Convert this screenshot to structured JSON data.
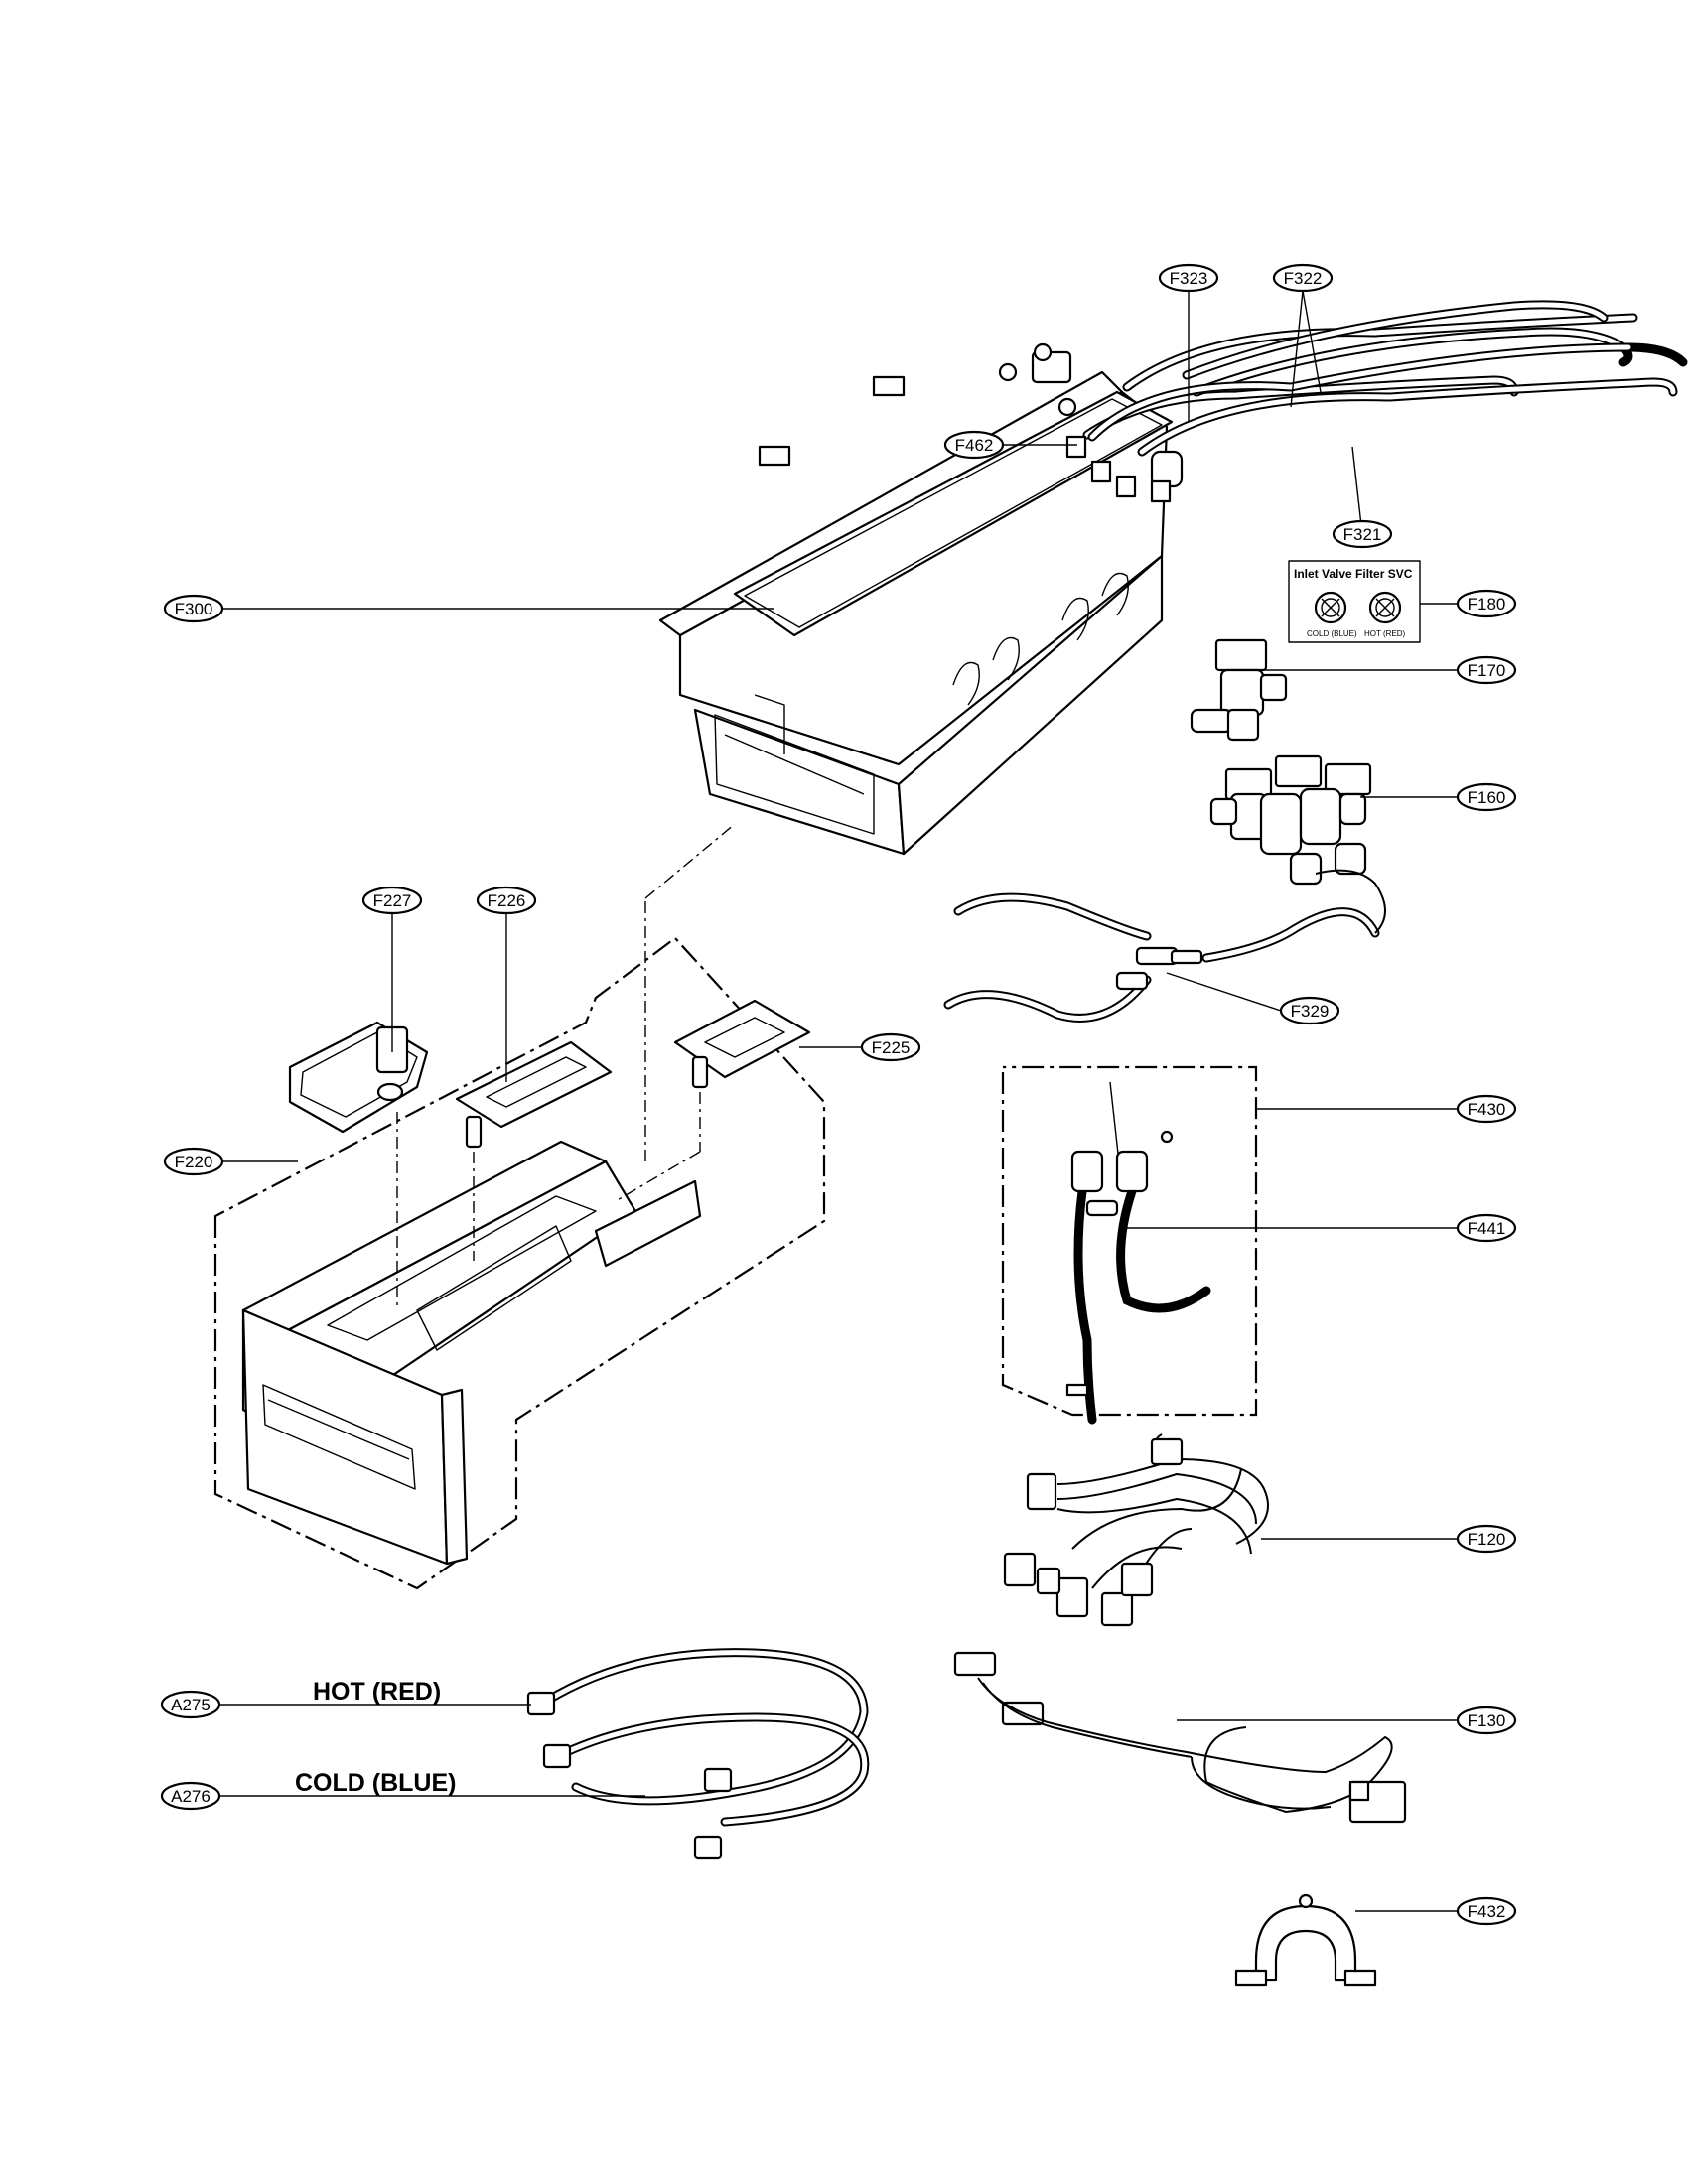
{
  "callouts": {
    "F323": "F323",
    "F322": "F322",
    "F462": "F462",
    "F321": "F321",
    "F300": "F300",
    "F180": "F180",
    "F170": "F170",
    "F160": "F160",
    "F227": "F227",
    "F226": "F226",
    "F225": "F225",
    "F329": "F329",
    "F220": "F220",
    "F430": "F430",
    "F441": "F441",
    "F120": "F120",
    "A275": "A275",
    "A276": "A276",
    "F130": "F130",
    "F432": "F432"
  },
  "hose_labels": {
    "hot": "HOT (RED)",
    "cold": "COLD (BLUE)"
  },
  "filter_box": {
    "title": "Inlet Valve Filter SVC",
    "cold_label": "COLD (BLUE)",
    "hot_label": "HOT (RED)"
  }
}
